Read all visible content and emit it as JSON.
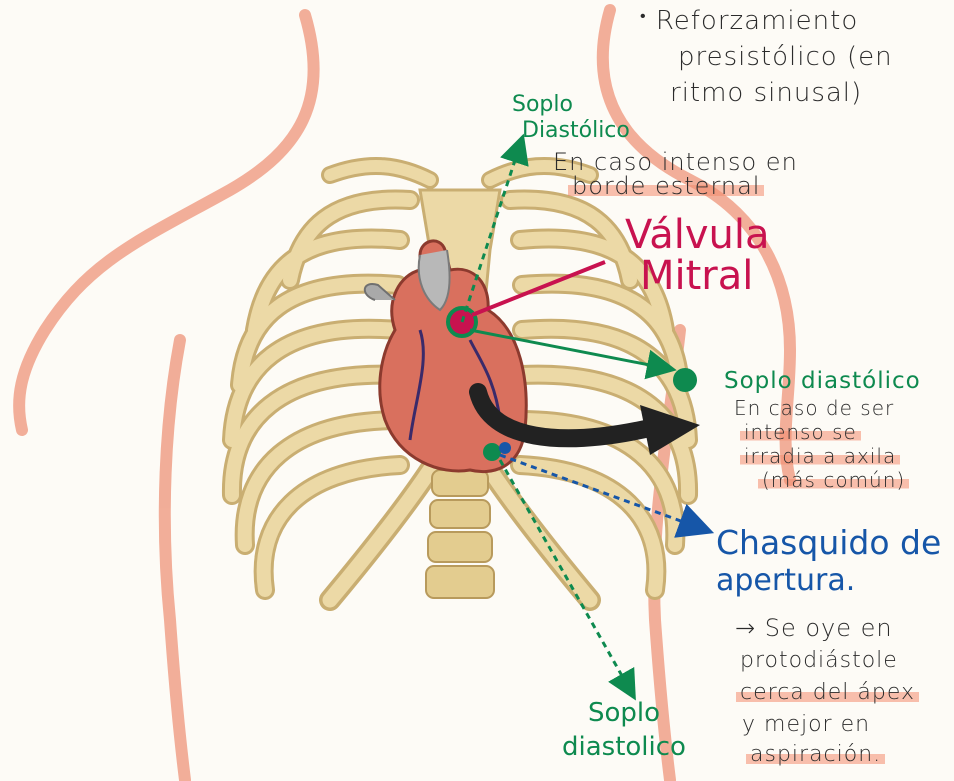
{
  "annotations": {
    "reforzamiento": [
      "Reforzamiento",
      "presistólico (en",
      "ritmo sinusal)"
    ],
    "soplo_top": {
      "title": [
        "Soplo",
        "Diastólico"
      ],
      "note": [
        "En caso intenso en",
        "borde esternal"
      ]
    },
    "valvula": [
      "Válvula",
      "Mitral"
    ],
    "soplo_right": {
      "title": "Soplo diastólico",
      "note": [
        "En caso de ser",
        "intenso se",
        "irradia a axila",
        "(más común)"
      ]
    },
    "chasquido": {
      "title": [
        "Chasquido de",
        "apertura."
      ],
      "note": [
        "→ Se oye en",
        "protodiástole",
        "cerca del ápex",
        "y mejor en",
        "aspiración."
      ]
    },
    "soplo_bottom": [
      "Soplo",
      "diastolico"
    ]
  },
  "colors": {
    "skin_outline": "#f0a088",
    "bone": "#ecd9a6",
    "bone_shadow": "#c9ae72",
    "heart": "#d9705e",
    "mitral": "#c8124f",
    "green": "#0e8a4f",
    "blue": "#1656a8",
    "black_arrow": "#222222"
  }
}
